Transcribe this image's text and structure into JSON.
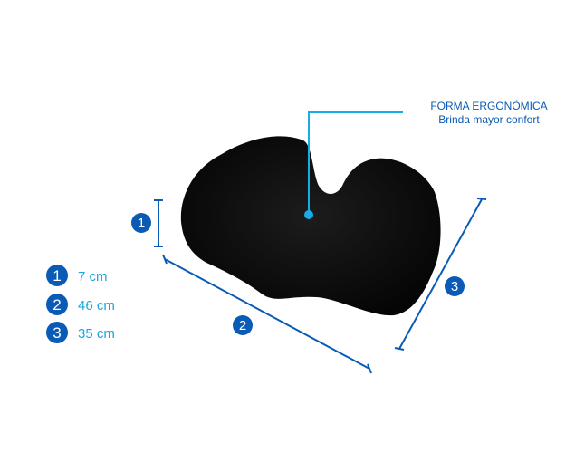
{
  "callout": {
    "title": "FORMA ERGONÓMICA",
    "subtitle": "Brinda mayor confort"
  },
  "markers": [
    "1",
    "2",
    "3"
  ],
  "legend": [
    {
      "num": "1",
      "value": "7 cm"
    },
    {
      "num": "2",
      "value": "46 cm"
    },
    {
      "num": "3",
      "value": "35 cm"
    }
  ],
  "colors": {
    "marker": "#0a5bb5",
    "text": "#1aa6e0",
    "callout_line": "#17ace6",
    "product": "#0b0b0b"
  }
}
